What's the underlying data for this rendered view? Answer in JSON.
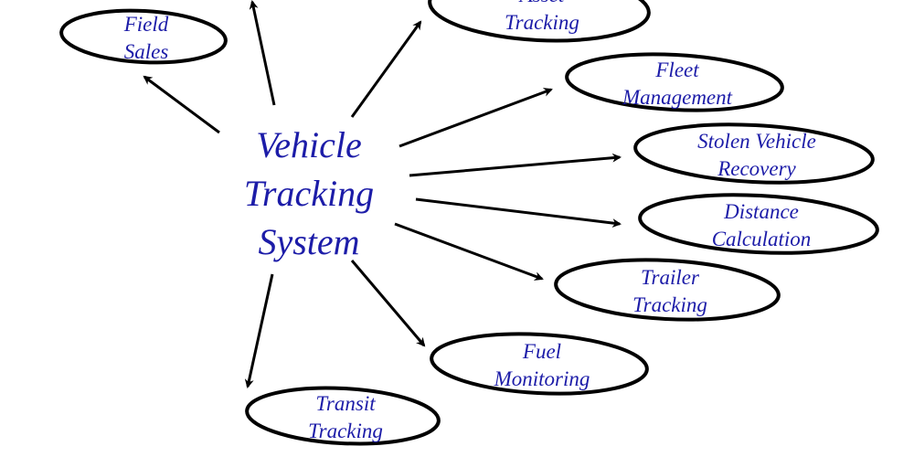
{
  "center": {
    "lines": [
      "Vehicle",
      "Tracking",
      "System"
    ]
  },
  "nodes": [
    {
      "id": "field-sales",
      "lines": [
        "Field",
        "Sales"
      ]
    },
    {
      "id": "asset-tracking",
      "lines": [
        "Asset",
        "Tracking"
      ]
    },
    {
      "id": "fleet-management",
      "lines": [
        "Fleet",
        "Management"
      ]
    },
    {
      "id": "stolen-vehicle-recovery",
      "lines": [
        "Stolen Vehicle",
        "Recovery"
      ]
    },
    {
      "id": "distance-calculation",
      "lines": [
        "Distance",
        "Calculation"
      ]
    },
    {
      "id": "trailer-tracking",
      "lines": [
        "Trailer",
        "Tracking"
      ]
    },
    {
      "id": "fuel-monitoring",
      "lines": [
        "Fuel",
        "Monitoring"
      ]
    },
    {
      "id": "transit-tracking",
      "lines": [
        "Transit",
        "Tracking"
      ]
    }
  ],
  "colors": {
    "text": "#1c1ca8",
    "lines": "#000000",
    "background": "#ffffff"
  }
}
